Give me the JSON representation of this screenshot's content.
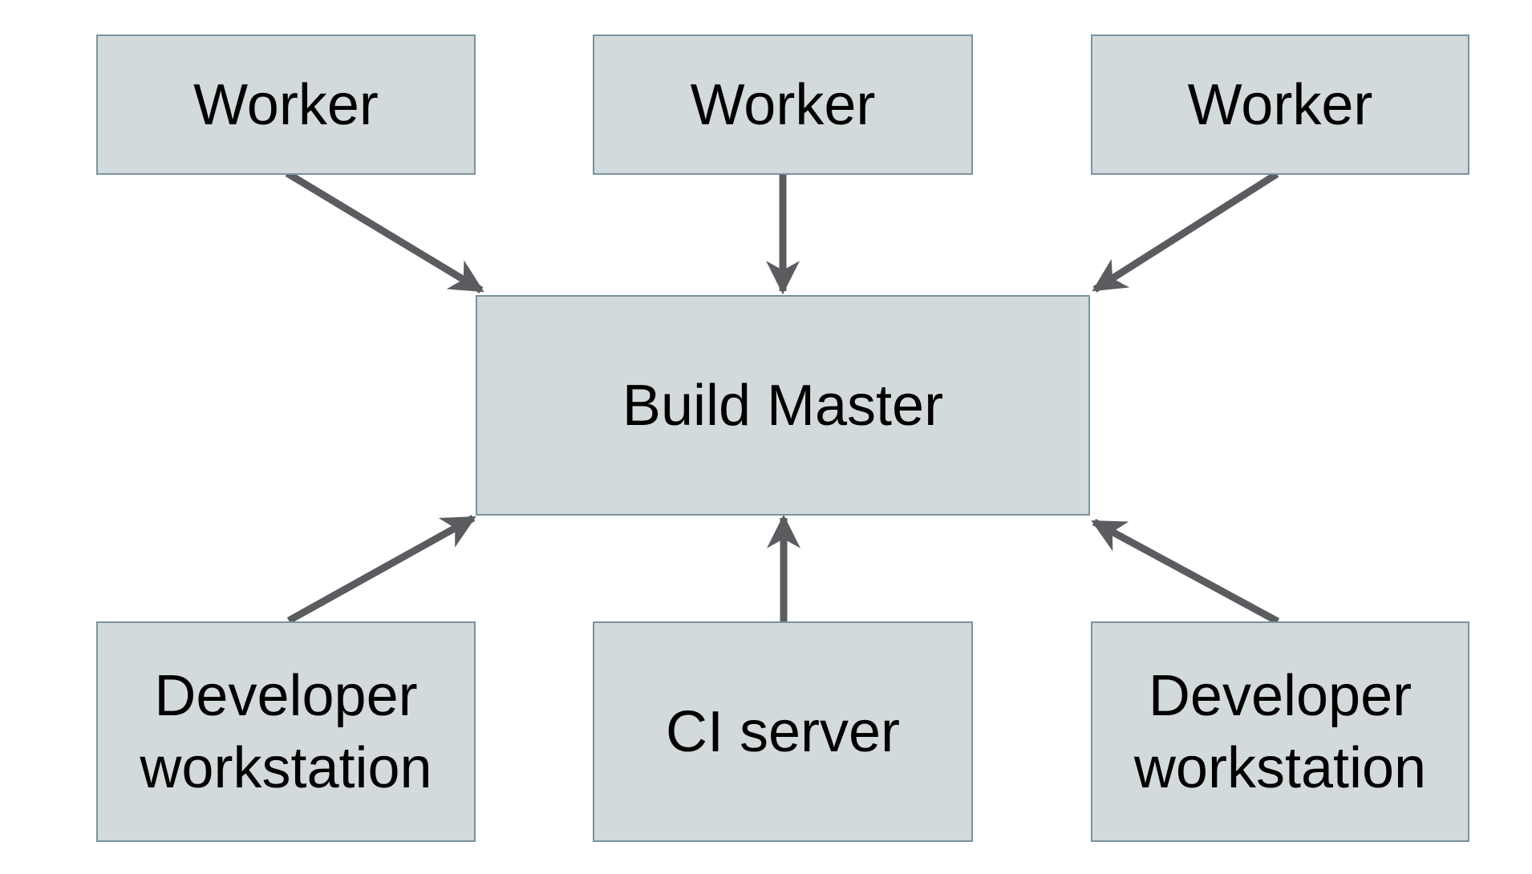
{
  "diagram": {
    "type": "architecture-diagram",
    "colors": {
      "node_fill": "#d3dadc",
      "node_border": "#7a939e",
      "arrow": "#5a5c5f",
      "text": "#000000",
      "background": "#ffffff"
    },
    "nodes": [
      {
        "id": "worker-1",
        "label": "Worker"
      },
      {
        "id": "worker-2",
        "label": "Worker"
      },
      {
        "id": "worker-3",
        "label": "Worker"
      },
      {
        "id": "build-master",
        "label": "Build Master"
      },
      {
        "id": "developer-workstation-left",
        "label": "Developer workstation"
      },
      {
        "id": "ci-server",
        "label": "CI server"
      },
      {
        "id": "developer-workstation-right",
        "label": "Developer workstation"
      }
    ],
    "edges": [
      {
        "from": "worker-1",
        "to": "build-master",
        "direction": "down"
      },
      {
        "from": "worker-2",
        "to": "build-master",
        "direction": "down"
      },
      {
        "from": "worker-3",
        "to": "build-master",
        "direction": "down"
      },
      {
        "from": "developer-workstation-left",
        "to": "build-master",
        "direction": "up"
      },
      {
        "from": "ci-server",
        "to": "build-master",
        "direction": "up"
      },
      {
        "from": "developer-workstation-right",
        "to": "build-master",
        "direction": "up"
      }
    ]
  }
}
